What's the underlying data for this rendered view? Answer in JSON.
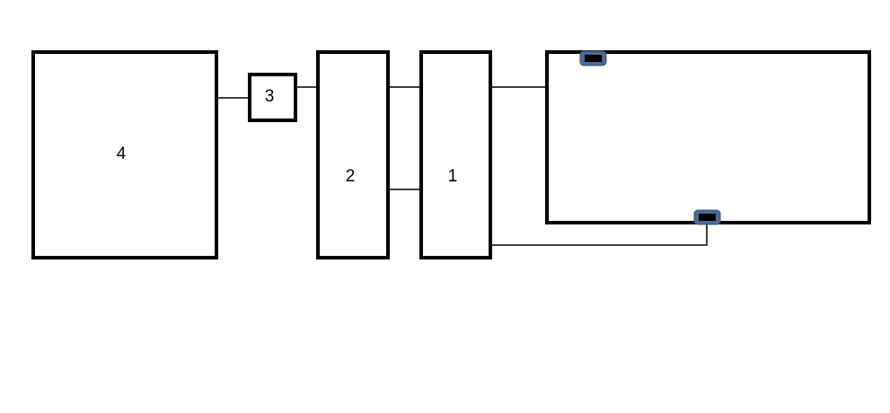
{
  "blocks": {
    "block_1": {
      "label": "1"
    },
    "block_2": {
      "label": "2"
    },
    "block_3": {
      "label": "3"
    },
    "block_4": {
      "label": "4"
    }
  },
  "colors": {
    "outline": "#000000",
    "sensor_fill": "#4a6a94",
    "sensor_core": "#000000",
    "background": "#ffffff"
  }
}
